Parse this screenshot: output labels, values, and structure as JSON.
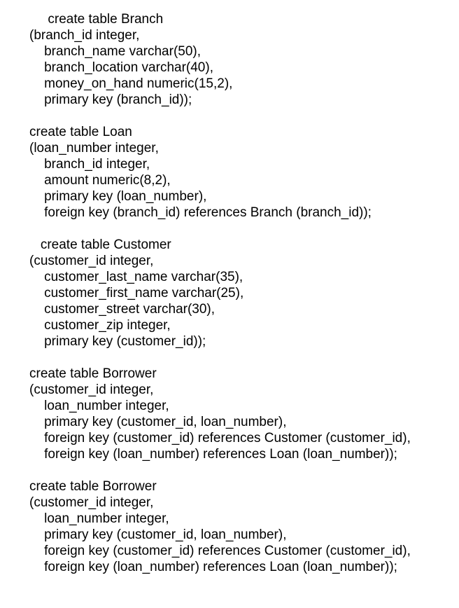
{
  "page": {
    "background_color": "#ffffff",
    "text_color": "#000000"
  },
  "sql_blocks": [
    {
      "table": "Branch",
      "lines": [
        "     create table Branch",
        "(branch_id integer,",
        "    branch_name varchar(50),",
        "    branch_location varchar(40),",
        "    money_on_hand numeric(15,2),",
        "    primary key (branch_id));"
      ]
    },
    {
      "table": "Loan",
      "lines": [
        "create table Loan",
        "(loan_number integer,",
        "    branch_id integer,",
        "    amount numeric(8,2),",
        "    primary key (loan_number),",
        "    foreign key (branch_id) references Branch (branch_id));"
      ]
    },
    {
      "table": "Customer",
      "lines": [
        "   create table Customer",
        "(customer_id integer,",
        "    customer_last_name varchar(35),",
        "    customer_first_name varchar(25),",
        "    customer_street varchar(30),",
        "    customer_zip integer,",
        "    primary key (customer_id));"
      ]
    },
    {
      "table": "Borrower",
      "lines": [
        "create table Borrower",
        "(customer_id integer,",
        "    loan_number integer,",
        "    primary key (customer_id, loan_number),",
        "    foreign key (customer_id) references Customer (customer_id),",
        "    foreign key (loan_number) references Loan (loan_number));"
      ]
    },
    {
      "table": "Borrower",
      "lines": [
        "create table Borrower",
        "(customer_id integer,",
        "    loan_number integer,",
        "    primary key (customer_id, loan_number),",
        "    foreign key (customer_id) references Customer (customer_id),",
        "    foreign key (loan_number) references Loan (loan_number));"
      ]
    }
  ]
}
